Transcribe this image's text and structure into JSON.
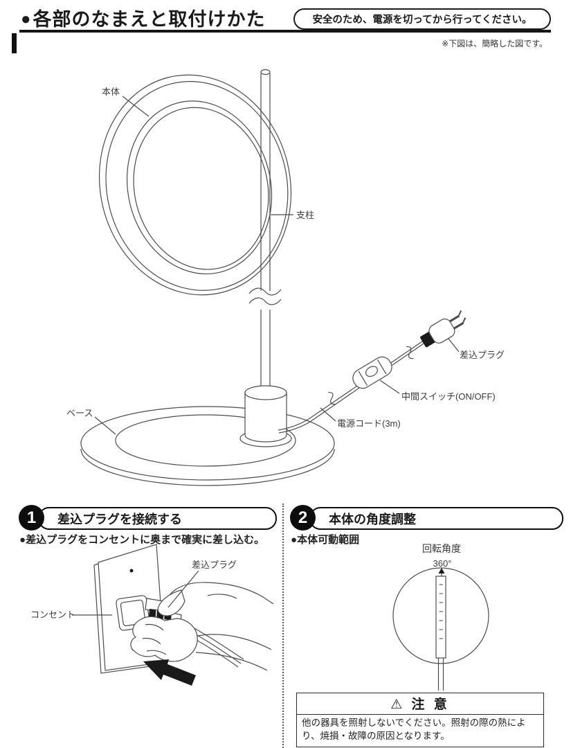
{
  "header": {
    "bullet": "●",
    "title": "各部のなまえと取付けかた",
    "safety_note": "安全のため、電源を切ってから行ってください。",
    "note": "※下図は、簡略した図です。"
  },
  "main_diagram": {
    "label_body": "本体",
    "label_pole": "支柱",
    "label_base": "ベース",
    "label_plug": "差込プラグ",
    "label_switch": "中間スイッチ(ON/OFF)",
    "label_cord": "電源コード(3m)"
  },
  "section1": {
    "number": "1",
    "title": "差込プラグを接続する",
    "bullet": "●",
    "instruction": "差込プラグをコンセントに奥まで確実に差し込む。",
    "label_outlet": "コンセント",
    "label_plug": "差込プラグ"
  },
  "section2": {
    "number": "2",
    "title": "本体の角度調整",
    "bullet": "●",
    "instruction": "本体可動範囲",
    "rotation_title": "回転角度",
    "rotation_angle": "360°",
    "caution_icon": "⚠",
    "caution_title": "注 意",
    "caution_body": "他の器具を照射しないでください。照射の際の熱により、焼損・故障の原因となります。"
  }
}
